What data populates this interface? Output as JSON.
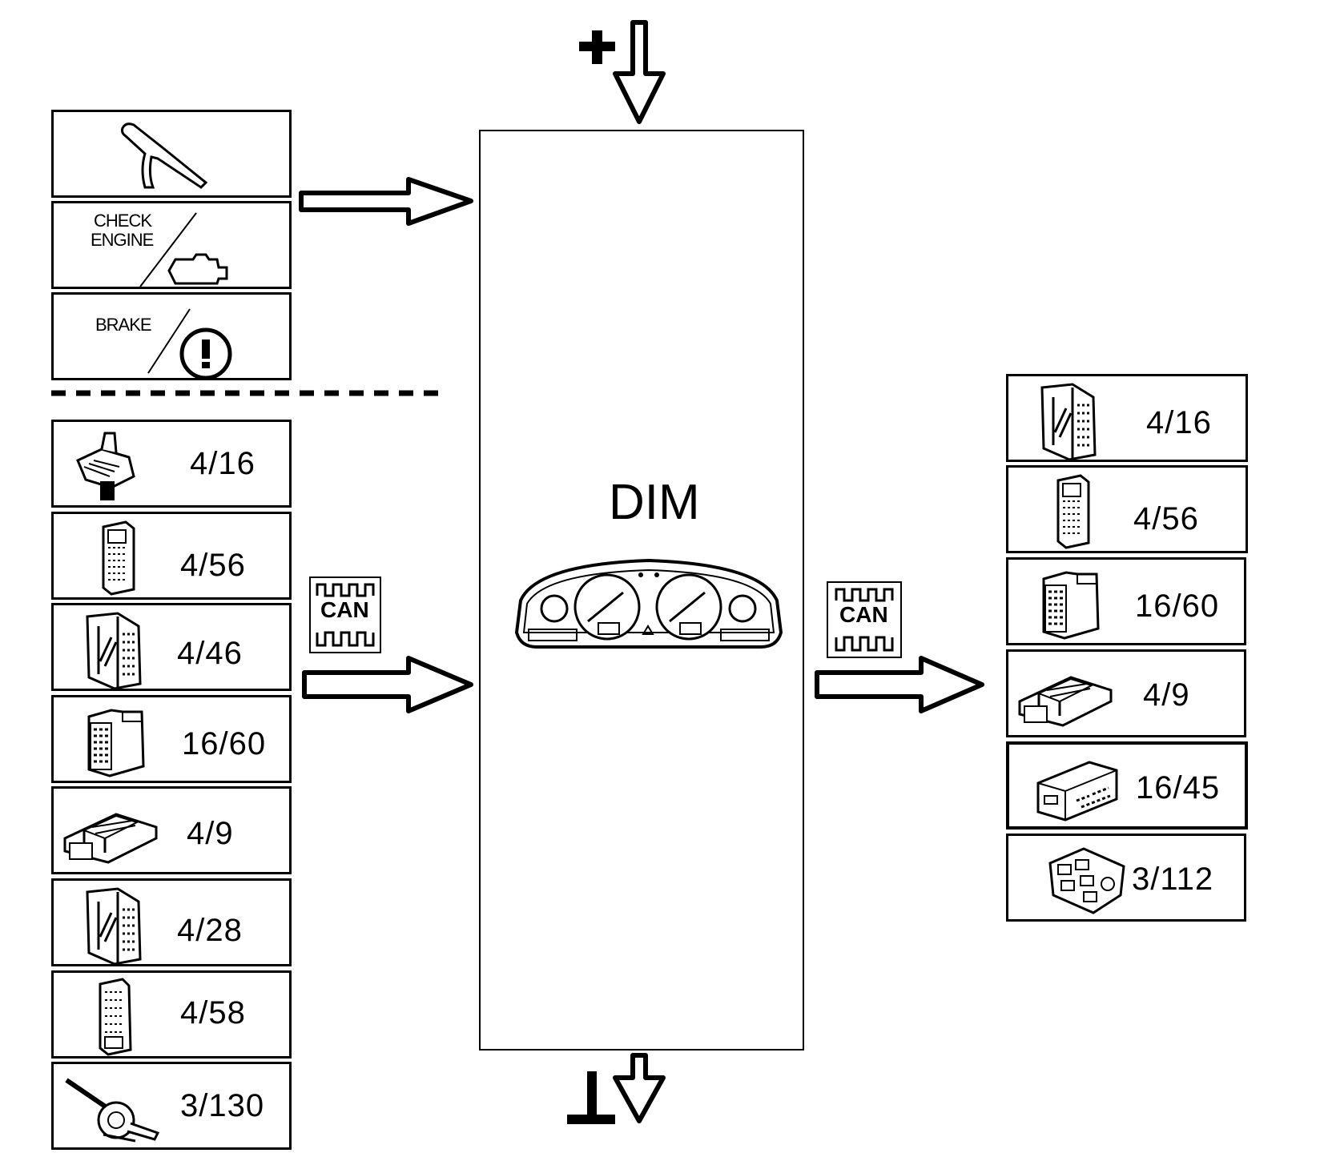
{
  "dim": {
    "title": "DIM"
  },
  "power": {
    "plus": "+",
    "ground": "⊥"
  },
  "warning_inputs": [
    {
      "icon": "parking-brake-icon"
    },
    {
      "icon": "check-engine-icon",
      "text_line1": "CHECK",
      "text_line2": "ENGINE"
    },
    {
      "icon": "brake-warning-icon",
      "text": "BRAKE"
    }
  ],
  "can_label": "CAN",
  "left_modules": [
    {
      "label": "4/16",
      "icon": "gear-selector-icon"
    },
    {
      "label": "4/56",
      "icon": "control-module-icon"
    },
    {
      "label": "4/46",
      "icon": "ecu-icon"
    },
    {
      "label": "16/60",
      "icon": "connector-module-icon"
    },
    {
      "label": "4/9",
      "icon": "brake-module-icon"
    },
    {
      "label": "4/28",
      "icon": "ecu-icon"
    },
    {
      "label": "4/58",
      "icon": "control-module-icon"
    },
    {
      "label": "3/130",
      "icon": "steering-switch-icon"
    }
  ],
  "right_modules": [
    {
      "label": "4/16",
      "icon": "ecu-icon"
    },
    {
      "label": "4/56",
      "icon": "control-module-icon"
    },
    {
      "label": "16/60",
      "icon": "connector-module-icon"
    },
    {
      "label": "4/9",
      "icon": "brake-module-icon"
    },
    {
      "label": "16/45",
      "icon": "radio-module-icon"
    },
    {
      "label": "3/112",
      "icon": "switch-panel-icon"
    }
  ]
}
